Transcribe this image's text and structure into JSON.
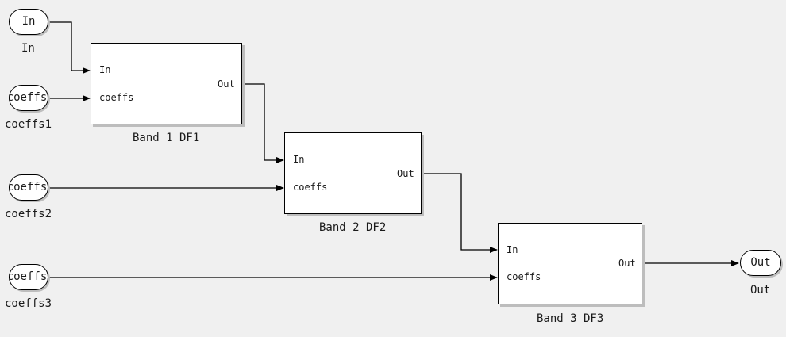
{
  "inports": [
    {
      "label": "In",
      "name": "In"
    },
    {
      "label": "coeffs",
      "name": "coeffs1"
    },
    {
      "label": "coeffs",
      "name": "coeffs2"
    },
    {
      "label": "coeffs",
      "name": "coeffs3"
    }
  ],
  "outport": {
    "label": "Out",
    "name": "Out"
  },
  "blocks": [
    {
      "name": "Band 1 DF1",
      "in_port": "In",
      "coeffs_port": "coeffs",
      "out_port": "Out"
    },
    {
      "name": "Band 2 DF2",
      "in_port": "In",
      "coeffs_port": "coeffs",
      "out_port": "Out"
    },
    {
      "name": "Band 3 DF3",
      "in_port": "In",
      "coeffs_port": "coeffs",
      "out_port": "Out"
    }
  ]
}
